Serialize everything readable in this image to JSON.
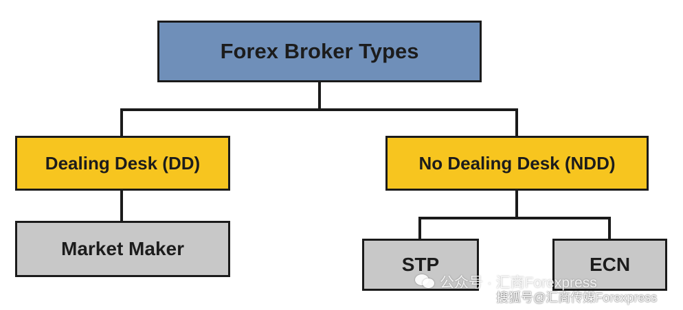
{
  "diagram": {
    "root": {
      "label": "Forex Broker Types",
      "color": "#6f8fb9"
    },
    "branches": [
      {
        "label": "Dealing Desk (DD)",
        "color": "#f7c51f",
        "children": [
          {
            "label": "Market Maker",
            "color": "#c8c8c8"
          }
        ]
      },
      {
        "label": "No Dealing Desk (NDD)",
        "color": "#f7c51f",
        "children": [
          {
            "label": "STP",
            "color": "#c8c8c8"
          },
          {
            "label": "ECN",
            "color": "#c8c8c8"
          }
        ]
      }
    ]
  },
  "watermarks": {
    "line1": "公众号 · 汇商Forexpress",
    "line2": "搜狐号@汇商传媒Forexpress",
    "icon": "wechat-icon"
  }
}
